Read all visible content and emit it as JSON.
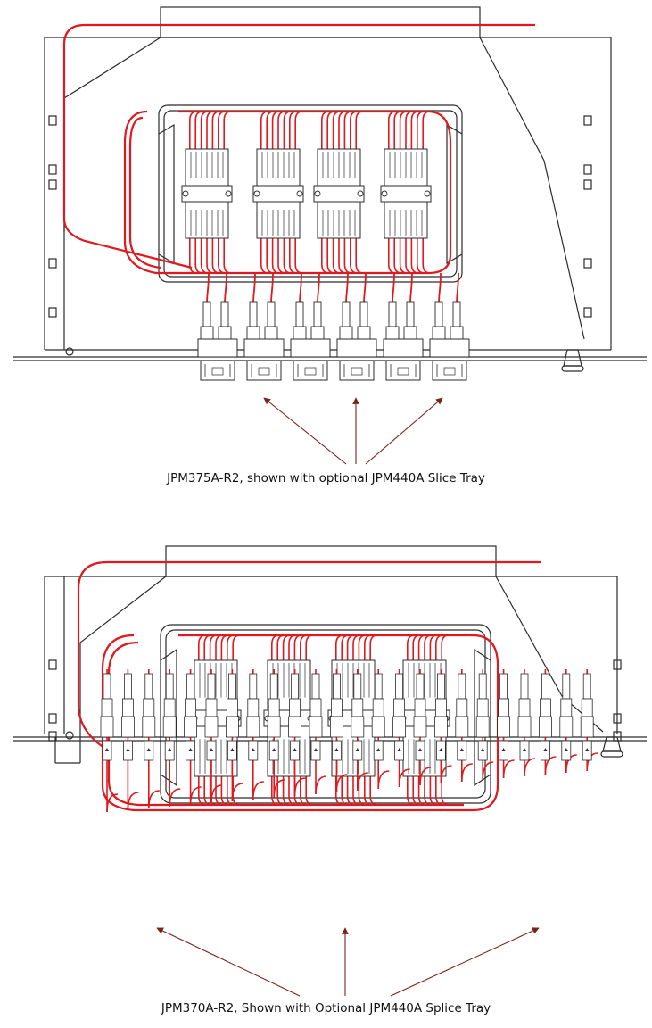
{
  "figures": [
    {
      "id": "top",
      "caption": "JPM375A-R2, shown with optional JPM440A Slice Tray",
      "adapter_blocks": 6,
      "connectors": 12,
      "splice_holders": 4,
      "cable_color": "#e0191e"
    },
    {
      "id": "bottom",
      "caption": "JPM370A-R2, Shown with Optional JPM440A Splice Tray",
      "adapters": 24,
      "splice_holders": 4,
      "cable_color": "#e0191e"
    }
  ],
  "colors": {
    "line": "#2b2b2b",
    "fiber": "#e0191e",
    "arrow": "#7a2418",
    "background": "#ffffff"
  }
}
